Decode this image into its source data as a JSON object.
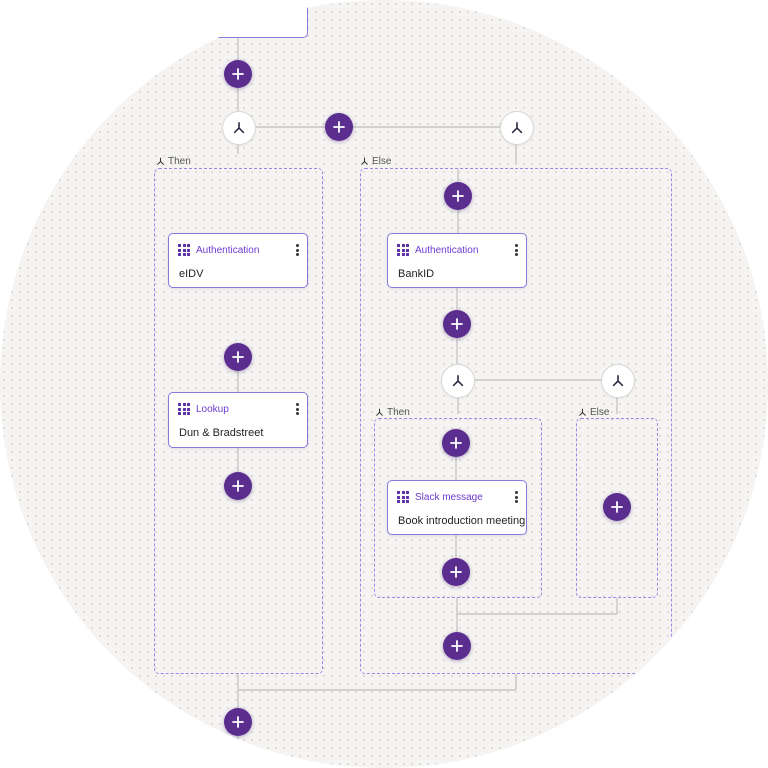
{
  "colors": {
    "accent": "#5a2d8f",
    "group_border": "#9a88e6",
    "card_title": "#6e3bd0",
    "line": "#c9c7c4"
  },
  "groups": {
    "outer_then_label": "Then",
    "outer_else_label": "Else",
    "inner_then_label": "Then",
    "inner_else_label": "Else"
  },
  "cards": {
    "then_auth": {
      "title": "Authentication",
      "subtitle": "eIDV"
    },
    "then_lookup": {
      "title": "Lookup",
      "subtitle": "Dun & Bradstreet"
    },
    "else_auth": {
      "title": "Authentication",
      "subtitle": "BankID"
    },
    "slack": {
      "title": "Slack message",
      "subtitle": "Book introduction meeting"
    }
  },
  "icons": {
    "add": "plus-icon",
    "branch": "branch-icon",
    "step": "grid-icon",
    "menu": "more-vertical-icon"
  }
}
